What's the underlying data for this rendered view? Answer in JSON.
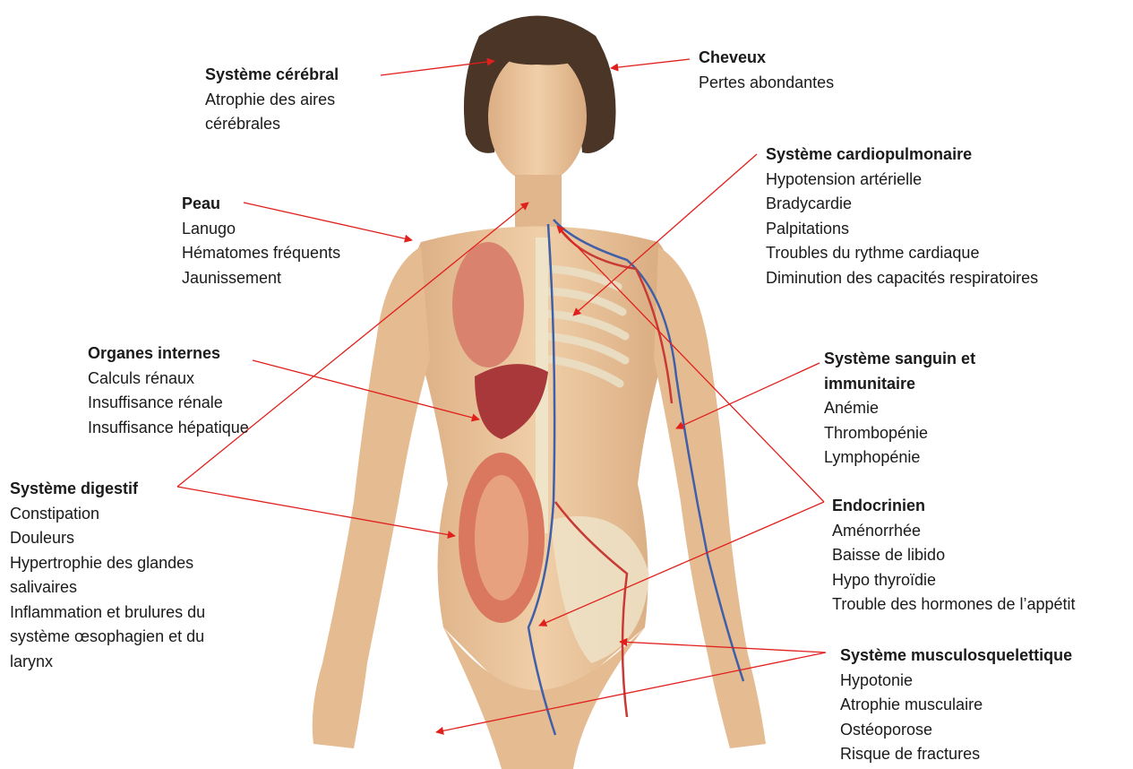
{
  "annotations": [
    {
      "id": "cerebral",
      "title": "Système cérébral",
      "items": [
        "Atrophie des aires",
        "cérébrales"
      ]
    },
    {
      "id": "cheveux",
      "title": "Cheveux",
      "items": [
        "Pertes abondantes"
      ]
    },
    {
      "id": "cardio",
      "title": "Système cardiopulmonaire",
      "items": [
        "Hypotension artérielle",
        "Bradycardie",
        "Palpitations",
        "Troubles du rythme cardiaque",
        "Diminution des capacités respiratoires"
      ]
    },
    {
      "id": "peau",
      "title": "Peau",
      "items": [
        "Lanugo",
        "Hématomes fréquents",
        "Jaunissement"
      ]
    },
    {
      "id": "organes",
      "title": "Organes internes",
      "items": [
        "Calculs rénaux",
        "Insuffisance rénale",
        "Insuffisance hépatique"
      ]
    },
    {
      "id": "sanguin",
      "title": "Système sanguin et",
      "title2": "immunitaire",
      "items": [
        "Anémie",
        "Thrombopénie",
        "Lymphopénie"
      ]
    },
    {
      "id": "digestif",
      "title": "Système digestif",
      "items": [
        "Constipation",
        "Douleurs",
        "Hypertrophie des glandes",
        "salivaires",
        "Inflammation et brulures du",
        "système œsophagien et du",
        "larynx"
      ]
    },
    {
      "id": "endocrinien",
      "title": "Endocrinien",
      "items": [
        "Aménorrhée",
        "Baisse de libido",
        "Hypo thyroïdie",
        "Trouble des hormones de l’appétit"
      ]
    },
    {
      "id": "musculo",
      "title": "Système musculosquelettique",
      "items": [
        "Hypotonie",
        "Atrophie musculaire",
        "Ostéoporose",
        "Risque de fractures"
      ]
    }
  ],
  "colors": {
    "arrow": "#e0201c",
    "skin": "#e9c39a",
    "hair": "#4a3526",
    "organ": "#c8554a",
    "intestine": "#d9785f",
    "bone": "#efe3c8",
    "vein": "#3f5fa8",
    "artery": "#c73a35"
  }
}
